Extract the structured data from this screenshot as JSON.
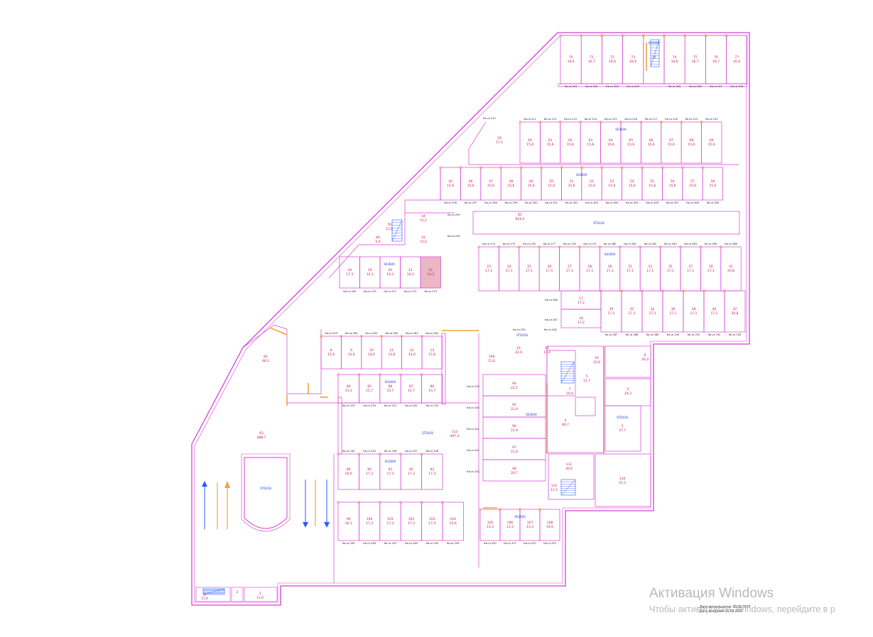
{
  "plan": {
    "top_row": {
      "code": "603609",
      "rooms": [
        {
          "no": "70",
          "area": "16,6",
          "ref": "Кв-ra 201"
        },
        {
          "no": "71",
          "area": "16,7",
          "ref": "Кв-ra 202"
        },
        {
          "no": "72",
          "area": "16,6",
          "ref": "Кв-ra 203"
        },
        {
          "no": "73",
          "area": "16,6",
          "ref": "Кв-ra 204"
        },
        {
          "no": "74",
          "area": "",
          "ref": ""
        },
        {
          "no": "74",
          "area": "16,6",
          "ref": "Кв-ra 205"
        },
        {
          "no": "75",
          "area": "16,7",
          "ref": "Кв-ra 206"
        },
        {
          "no": "76",
          "area": "16,7",
          "ref": "Кв-ra 207"
        },
        {
          "no": "77",
          "area": "16,6",
          "ref": "Кв-ra 208"
        }
      ]
    },
    "row2": {
      "code": "603609",
      "big": {
        "no": "59",
        "area": "17,1"
      },
      "rooms": [
        {
          "no": "60",
          "area": "15,6",
          "ref": "Кв-ra 211"
        },
        {
          "no": "61",
          "area": "15,6",
          "ref": "Кв-ra 212"
        },
        {
          "no": "62",
          "area": "15,6",
          "ref": "Кв-ra 213"
        },
        {
          "no": "63",
          "area": "15,6",
          "ref": "Кв-ra 214"
        },
        {
          "no": "64",
          "area": "15,6",
          "ref": "Кв-ra 215"
        },
        {
          "no": "65",
          "area": "15,6",
          "ref": "Кв-ra 216"
        },
        {
          "no": "66",
          "area": "15,6",
          "ref": "Кв-ra 217"
        },
        {
          "no": "67",
          "area": "15,6",
          "ref": "Кв-ra 218"
        },
        {
          "no": "68",
          "area": "15,6",
          "ref": "Кв-ra 219"
        },
        {
          "no": "69",
          "area": "15,6",
          "ref": "Кв-ra 220"
        }
      ],
      "ref0": "Кв-ra 210"
    },
    "row3": {
      "code": "603609",
      "rooms": [
        {
          "no": "45",
          "area": "15,6",
          "ref": "Кв-ra 296"
        },
        {
          "no": "46",
          "area": "15,6",
          "ref": "Кв-ra 297"
        },
        {
          "no": "47",
          "area": "15,6",
          "ref": "Кв-ra 298"
        },
        {
          "no": "48",
          "area": "15,6",
          "ref": "Кв-ra 299"
        },
        {
          "no": "49",
          "area": "15,6",
          "ref": "Кв-ra 300"
        },
        {
          "no": "50",
          "area": "15,6",
          "ref": "Кв-ra 301"
        },
        {
          "no": "51",
          "area": "15,6",
          "ref": "Кв-ra 302"
        },
        {
          "no": "52",
          "area": "15,6",
          "ref": "Кв-ra 303"
        },
        {
          "no": "53",
          "area": "15,6",
          "ref": "Кв-ra 304"
        },
        {
          "no": "54",
          "area": "15,6",
          "ref": "Кв-ra 305"
        },
        {
          "no": "55",
          "area": "15,6",
          "ref": "Кв-ra 306"
        },
        {
          "no": "56",
          "area": "15,6",
          "ref": "Кв-ra 307"
        },
        {
          "no": "57",
          "area": "15,6",
          "ref": "Кв-ra 308"
        },
        {
          "no": "58",
          "area": "15,6",
          "ref": "Кв-ra 309"
        }
      ]
    },
    "row4": {
      "code": "603609",
      "rooms": [
        {
          "no": "23",
          "area": "17,1",
          "ref": "Кв-ra 274"
        },
        {
          "no": "24",
          "area": "17,1",
          "ref": "Кв-ra 275"
        },
        {
          "no": "25",
          "area": "17,1",
          "ref": "Кв-ra 276"
        },
        {
          "no": "26",
          "area": "17,1",
          "ref": "Кв-ra 277"
        },
        {
          "no": "27",
          "area": "17,1",
          "ref": "Кв-ra 278"
        },
        {
          "no": "28",
          "area": "17,1",
          "ref": "Кв-ra 279"
        },
        {
          "no": "29",
          "area": "17,1",
          "ref": "Кв-ra 280"
        },
        {
          "no": "31",
          "area": "17,1",
          "ref": "Кв-ra 281"
        },
        {
          "no": "33",
          "area": "17,1",
          "ref": "Кв-ra 282"
        },
        {
          "no": "35",
          "area": "17,1",
          "ref": "Кв-ra 283"
        },
        {
          "no": "37",
          "area": "17,1",
          "ref": "Кв-ra 284"
        },
        {
          "no": "39",
          "area": "17,1",
          "ref": "Кв-ra 285"
        },
        {
          "no": "41",
          "area": "20,8",
          "ref": "Кв-ra 286"
        }
      ]
    },
    "row5": {
      "rooms": [
        {
          "no": "30",
          "area": "17,1",
          "ref": "Кв-ra 287"
        },
        {
          "no": "32",
          "area": "17,1",
          "ref": "Кв-ra 288"
        },
        {
          "no": "34",
          "area": "17,1",
          "ref": "Кв-ra 289"
        },
        {
          "no": "36",
          "area": "17,1",
          "ref": "Кв-ra 290"
        },
        {
          "no": "38",
          "area": "17,1",
          "ref": "Кв-ra 291"
        },
        {
          "no": "40",
          "area": "17,1",
          "ref": "Кв-ra 292"
        },
        {
          "no": "42",
          "area": "20,8",
          "ref": "Кв-ra 293"
        }
      ],
      "r17": {
        "no": "17",
        "area": "17,2",
        "ref": "Кв-ra 266"
      },
      "r18": {
        "no": "18",
        "area": "17,2",
        "ref": "Кв-ra 267"
      }
    },
    "west_group": {
      "code": "603609",
      "rooms": [
        {
          "no": "18",
          "area": "17,3",
          "ref": "Кв-ra 269"
        },
        {
          "no": "19",
          "area": "14,3",
          "ref": "Кв-ra 270"
        },
        {
          "no": "20",
          "area": "14,3",
          "ref": "Кв-ra 271"
        },
        {
          "no": "21",
          "area": "14,3",
          "ref": "Кв-ra 272"
        },
        {
          "no": "22",
          "area": "14,3",
          "ref": "Кв-ra 273"
        }
      ]
    },
    "misc": {
      "r44": {
        "no": "44",
        "area": "15,5",
        "ref": "Кв-ra 295"
      },
      "r43": {
        "no": "43",
        "area": "15,5",
        "ref": "Кв-ra 294"
      },
      "r78": {
        "no": "78",
        "area": "11,8"
      },
      "r80": {
        "no": "80",
        "area": "5,0"
      },
      "corridor1": {
        "no": "81",
        "area": "818,4",
        "code": "STD418"
      },
      "corridor2": {
        "no": "113",
        "area": "497,3",
        "code": "STD418"
      },
      "ramp": {
        "no": "83",
        "area": "488,7",
        "code": "STD418"
      },
      "r82": {
        "no": "82",
        "area": "48,1"
      },
      "r109": {
        "no": "109",
        "area": "11,6"
      }
    },
    "mid_top": {
      "rooms": [
        {
          "no": "8",
          "area": "15,6",
          "ref": "Кв-ra 259"
        },
        {
          "no": "9",
          "area": "14,6",
          "ref": "Кв-ra 260"
        },
        {
          "no": "10",
          "area": "14,6",
          "ref": "Кв-ra 261"
        },
        {
          "no": "11",
          "area": "14,6",
          "ref": "Кв-ra 262"
        },
        {
          "no": "12",
          "area": "14,6",
          "ref": "Кв-ra 263"
        },
        {
          "no": "13",
          "area": "15,6",
          "ref": "Кв-ra 264"
        }
      ]
    },
    "mid_low": {
      "code": "603609",
      "rooms": [
        {
          "no": "84",
          "area": "15,3",
          "ref": "Кв-ra 229"
        },
        {
          "no": "85",
          "area": "15,7",
          "ref": "Кв-ra 230"
        },
        {
          "no": "86",
          "area": "15,7",
          "ref": "Кв-ra 231"
        },
        {
          "no": "87",
          "area": "15,7",
          "ref": "Кв-ra 232"
        },
        {
          "no": "88",
          "area": "15,7",
          "ref": "Кв-ra 233"
        }
      ]
    },
    "south": {
      "code": "603609",
      "rooms": [
        {
          "no": "89",
          "area": "16,6",
          "ref": "Кв-ra 234"
        },
        {
          "no": "90",
          "area": "17,3",
          "ref": "Кв-ra 235"
        },
        {
          "no": "91",
          "area": "17,3",
          "ref": "Кв-ra 236"
        },
        {
          "no": "92",
          "area": "17,3",
          "ref": "Кв-ra 237"
        },
        {
          "no": "93",
          "area": "17,3",
          "ref": "Кв-ra 238"
        }
      ],
      "rooms2": [
        {
          "no": "99",
          "area": "16,3",
          "ref": "Кв-ra 245"
        },
        {
          "no": "100",
          "area": "17,3",
          "ref": "Кв-ra 246"
        },
        {
          "no": "101",
          "area": "17,3",
          "ref": "Кв-ra 247"
        },
        {
          "no": "102",
          "area": "17,3",
          "ref": "Кв-ra 248"
        },
        {
          "no": "103",
          "area": "17,3",
          "ref": "Кв-ra 249"
        },
        {
          "no": "104",
          "area": "15,6",
          "ref": "Кв-ra 249"
        }
      ]
    },
    "se": {
      "code": "603609",
      "rooms": [
        {
          "no": "105",
          "area": "13,3",
          "ref": "Кв-ra 250"
        },
        {
          "no": "106",
          "area": "13,3",
          "ref": "Кв-ra 251"
        },
        {
          "no": "107",
          "area": "13,3",
          "ref": "Кв-ra 252"
        },
        {
          "no": "108",
          "area": "14,6",
          "ref": "Кв-ra 253"
        }
      ]
    },
    "east_col": {
      "code": "603609",
      "rooms": [
        {
          "no": "94",
          "area": "22,1",
          "ref": "Кв-ra 239"
        },
        {
          "no": "95",
          "area": "22,9",
          "ref": "Кв-ra 240"
        },
        {
          "no": "96",
          "area": "22,9",
          "ref": "Кв-ra 241"
        },
        {
          "no": "97",
          "area": "21,4",
          "ref": "Кв-ra 242"
        },
        {
          "no": "98",
          "area": "20,7",
          "ref": "Кв-ra 243"
        }
      ]
    },
    "core": {
      "code": "STD418",
      "r14": {
        "no": "14",
        "area": "22,0",
        "ref": "Кв-ra 255"
      },
      "r15": {
        "no": "15",
        "area": "17,3",
        "ref": "Кв-ra 256"
      },
      "r16": {
        "no": "16",
        "area": "15,6"
      },
      "r106b": {
        "no": "108",
        "area": "11,6"
      },
      "r5": {
        "no": "5",
        "area": "12,7"
      },
      "r6": {
        "no": "6",
        "area": "16,3"
      },
      "r7": {
        "no": "7",
        "area": "16,9"
      },
      "r2": {
        "no": "2",
        "area": "24,3"
      },
      "r3": {
        "no": "3",
        "area": "37,7"
      },
      "r4": {
        "no": "4",
        "area": "46,7"
      },
      "r111": {
        "no": "111",
        "area": "30,6"
      },
      "r110": {
        "no": "110",
        "area": "25,3"
      },
      "r112": {
        "no": "112",
        "area": "11,5"
      }
    },
    "bottom_left": {
      "r1": {
        "no": "1",
        "area": "11,6"
      },
      "r2": {
        "no": "2",
        "area": ""
      },
      "r3": {
        "no": "3",
        "area": "11,6"
      }
    },
    "footer": {
      "line1": "Дата актуальности: 25.03.2015",
      "line2": "Дата выгрузки: 31.03.2025"
    }
  },
  "watermark": {
    "title": "Активация Windows",
    "subtitle": "Чтобы активировать Windows, перейдите в р"
  },
  "colors": {
    "wall": "#d63fd6",
    "accent": "#f2a33a",
    "selected_fill": "#e9b8c4",
    "stair_blue": "#2c59ff"
  }
}
